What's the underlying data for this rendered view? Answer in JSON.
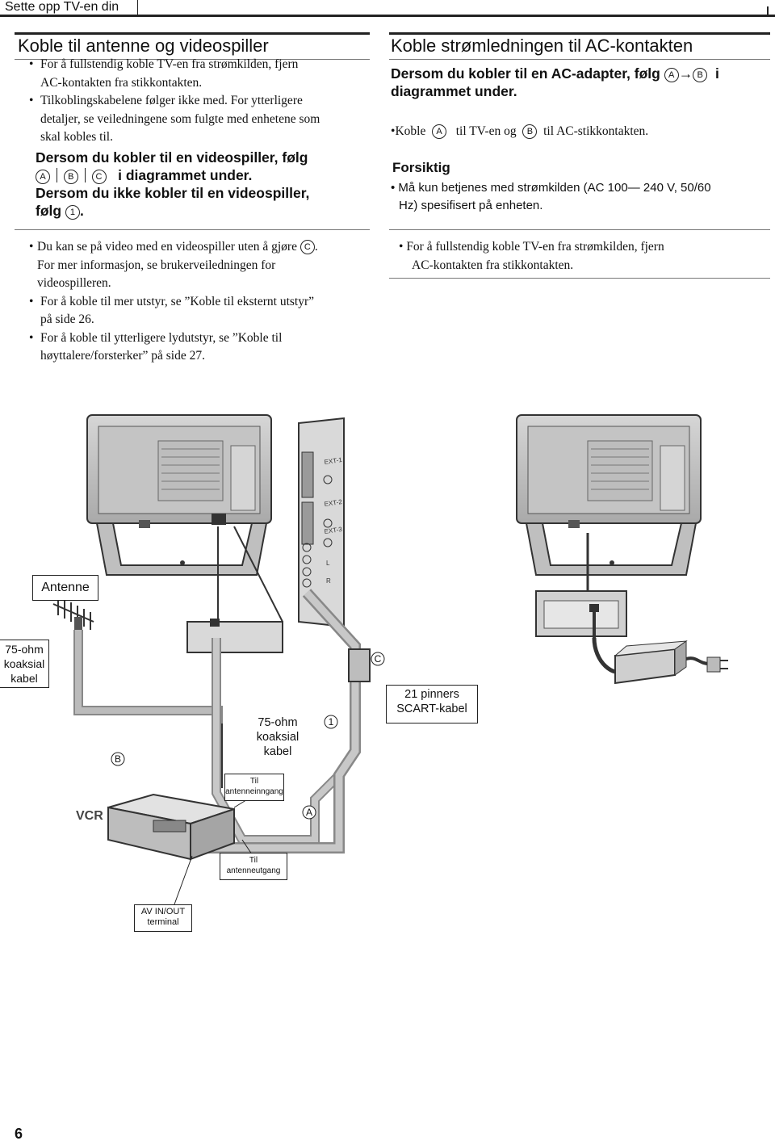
{
  "header": {
    "title": "Sette opp TV-en din"
  },
  "left": {
    "title": "Koble til antenne og videospiller",
    "bullets": [
      "For å fullstendig koble TV-en fra strømkilden, fjern AC-kontakten fra stikkontakten.",
      "Tilkoblingskabelene følger ikke med. For ytterligere detaljer, se veiledningene som fulgte med enhetene som skal kobles til."
    ],
    "bullets_lines": [
      [
        "For å fullstendig koble TV-en fra strømkilden, fjern",
        "AC-kontakten fra stikkontakten."
      ],
      [
        "Tilkoblingskabelene følger ikke med. For ytterligere",
        "detaljer, se veiledningene som fulgte med enhetene som",
        "skal kobles til."
      ]
    ],
    "instruction": {
      "line1": "Dersom du kobler til en videospiller, følg",
      "line2_suffix": "i diagrammet under.",
      "line3": "Dersom du ikke kobler til en videospiller,",
      "line4_prefix": "følg",
      "line4_suffix": "."
    },
    "notes": [
      [
        "Du kan se på video med en videospiller uten å gjøre",
        ".",
        "For mer informasjon, se brukerveiledningen for",
        "videospilleren."
      ],
      [
        "For å koble til mer utstyr, se ”Koble til eksternt utstyr”",
        "på side 26."
      ],
      [
        "For å koble til ytterligere lydutstyr, se ”Koble til",
        "høyttalere/forsterker” på side 27."
      ]
    ]
  },
  "right": {
    "title": "Koble strømledningen til AC-kontakten",
    "instruction_line1_prefix": "Dersom du kobler til en AC-adapter, følg",
    "instruction_line1_suffix": "i",
    "instruction_line2": "diagrammet under.",
    "bullet_prefix": "Koble",
    "bullet_mid": "til TV-en og",
    "bullet_suffix": "til AC-stikkontakten.",
    "caution_title": "Forsiktig",
    "caution_lines": [
      "Må kun betjenes med strømkilden (AC 100— 240 V, 50/60",
      "Hz) spesifisert på enheten."
    ],
    "note_lines": [
      "For å fullstendig koble TV-en fra strømkilden, fjern",
      "AC-kontakten fra stikkontakten."
    ]
  },
  "markers": {
    "a": "A",
    "b": "B",
    "c": "C",
    "one": "1",
    "arrow": "→"
  },
  "diagram": {
    "antenna": "Antenne",
    "coax_left": [
      "75-ohm",
      "koaksial",
      "kabel"
    ],
    "coax_mid": [
      "75-ohm",
      "koaksial",
      "kabel"
    ],
    "scart": [
      "21 pinners",
      "SCART-kabel"
    ],
    "vcr": "VCR",
    "ant_in": [
      "Til",
      "antenneinngang"
    ],
    "ant_out": [
      "Til",
      "antenneutgang"
    ],
    "av_terminal": [
      "AV IN/OUT",
      "terminal"
    ],
    "ext_labels": [
      "EXT-1",
      "EXT-2",
      "EXT-3"
    ],
    "audio_labels": [
      "L",
      "R"
    ]
  },
  "footer": {
    "page_number": "6"
  }
}
